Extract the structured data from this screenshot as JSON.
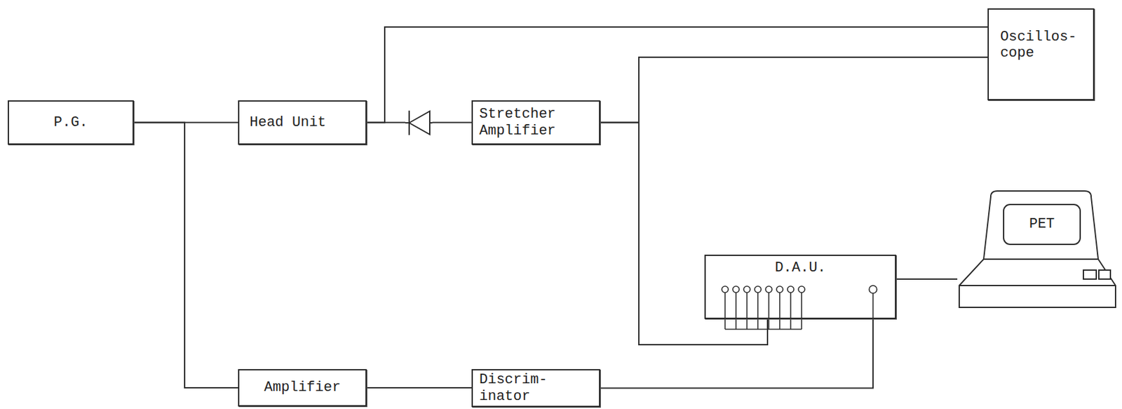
{
  "diagram": {
    "nodes": [
      {
        "text": [
          "P.G."
        ]
      },
      {
        "text": [
          "Head Unit"
        ]
      },
      {
        "text": [
          "Stretcher Amplifier"
        ]
      },
      {
        "text": [
          "Oscillos- cope"
        ]
      },
      {
        "text": [
          "D.A.U."
        ]
      },
      {
        "text": [
          "PET"
        ]
      },
      {
        "text": [
          "Amplifier"
        ]
      },
      {
        "text": [
          "Discrim- inator"
        ]
      }
    ],
    "edges": [
      {
        "from": 0,
        "to": 1,
        "arrow": "none"
      },
      {
        "from": 1,
        "to": 2,
        "arrow": "none"
      },
      {
        "from": 1,
        "to": 3,
        "arrow": "none"
      },
      {
        "from": 2,
        "to": 3,
        "arrow": "none"
      },
      {
        "from": 2,
        "to": 4,
        "arrow": "none"
      },
      {
        "from": 0,
        "to": 6,
        "arrow": "none"
      },
      {
        "from": 6,
        "to": 7,
        "arrow": "none"
      },
      {
        "from": 7,
        "to": 4,
        "arrow": "none"
      },
      {
        "from": 4,
        "to": 5,
        "arrow": "none"
      }
    ]
  }
}
